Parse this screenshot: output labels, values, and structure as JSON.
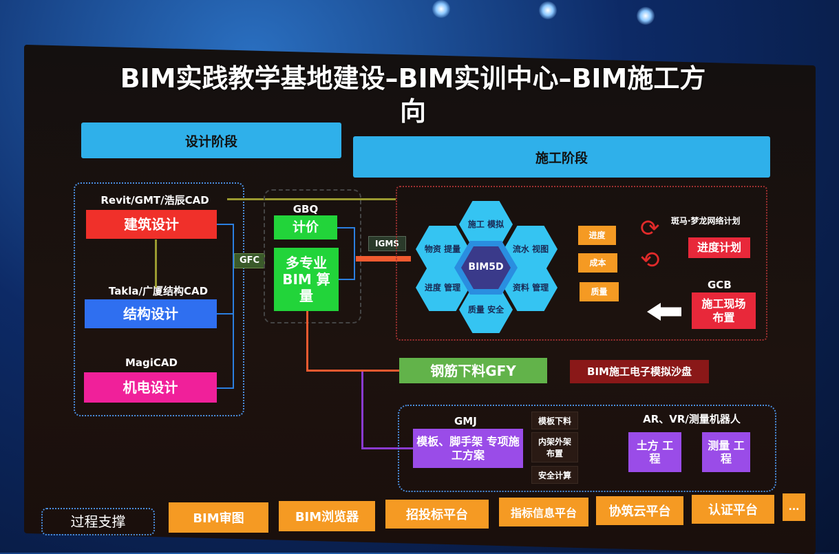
{
  "title_line1": "BIM实践教学基地建设–BIM实训中心–BIM施工方",
  "title_line2": "向",
  "design_phase": "设计阶段",
  "construction_phase": "施工阶段",
  "design": {
    "revit_label": "Revit/GMT/浩辰CAD",
    "arch": "建筑设计",
    "takla_label": "Takla/广厦结构CAD",
    "struct": "结构设计",
    "magicad_label": "MagiCAD",
    "mep": "机电设计"
  },
  "gfc": "GFC",
  "gbq_label": "GBQ",
  "pricing": "计价",
  "quantity": "多专业 BIM 算量",
  "igms": "IGMS",
  "bim5d": {
    "center": "BIM5D",
    "hexes": [
      "施工 模拟",
      "物资 提量",
      "流水 视图",
      "进度 管理",
      "资料 管理",
      "质量 安全"
    ]
  },
  "pcq": [
    "进度",
    "成本",
    "质量"
  ],
  "zebra_label": "斑马·梦龙网络计划",
  "schedule": "进度计划",
  "gcb_label": "GCB",
  "site_layout": "施工现场 布置",
  "rebar": "钢筋下料GFY",
  "sandbox": "BIM施工电子模拟沙盘",
  "gmj_label": "GMJ",
  "gmj_box": "模板、脚手架 专项施工方案",
  "gmj_items": [
    "模板下料",
    "内架外架 布置",
    "安全计算"
  ],
  "ar_label": "AR、VR/测量机器人",
  "earthwork": "土方 工程",
  "survey": "测量 工程",
  "support_label": "过程支撑",
  "support_items": [
    "BIM审图",
    "BIM浏览器",
    "招投标平台",
    "指标信息平台",
    "协筑云平台",
    "认证平台",
    "..."
  ]
}
